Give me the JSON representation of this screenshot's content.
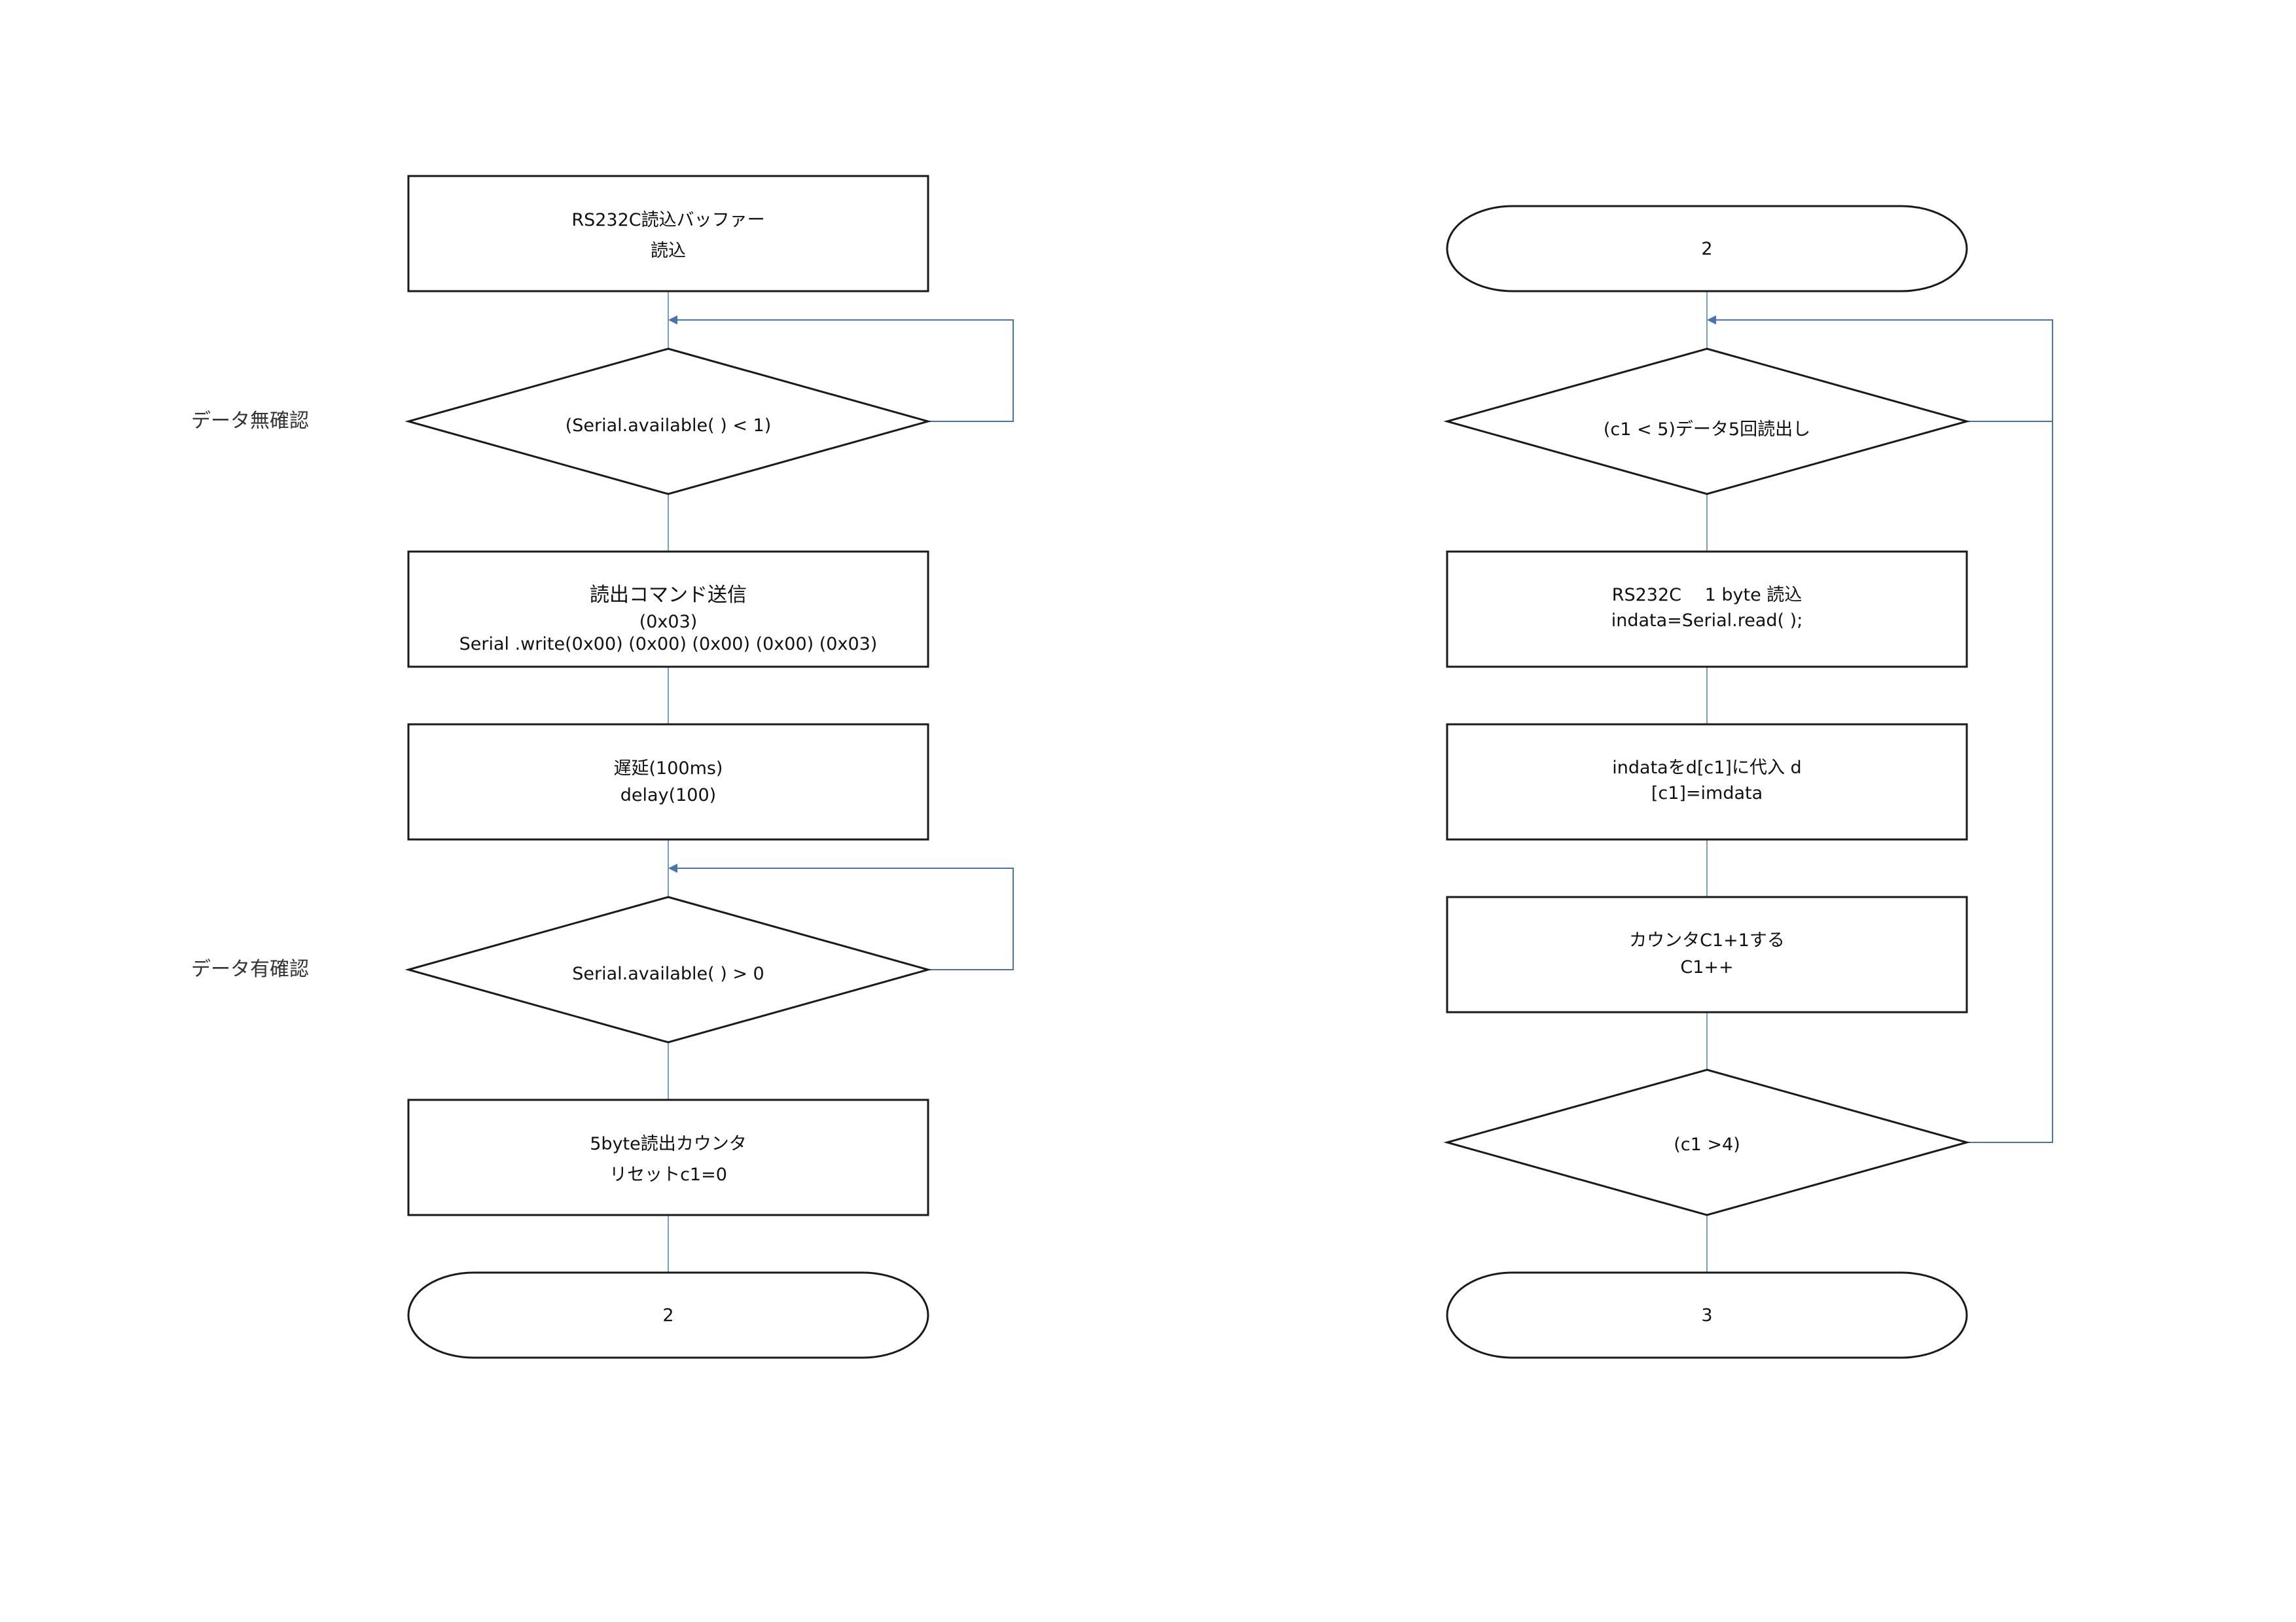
{
  "left_flow": {
    "read_buffer": [
      "RS232C読込バッファー",
      "読込"
    ],
    "no_data_check_label": "データ無確認",
    "no_data_condition": "(Serial.available( ) < 1)",
    "send_command": [
      "読出コマンド送信",
      "(0x03)",
      "Serial .write(0x00) (0x00) (0x00) (0x00)  (0x03)"
    ],
    "delay": [
      "遅延(100ms)",
      "delay(100)"
    ],
    "data_check_label": "データ有確認",
    "data_condition": "Serial.available( ) > 0",
    "reset_counter": [
      "5byte読出カウンタ",
      "リセットc1=0"
    ],
    "connector_out": "2"
  },
  "right_flow": {
    "connector_in": "2",
    "loop_condition": "(c1 < 5)データ5回読出し",
    "read_byte": [
      "RS232C　 1 byte 読込",
      "indata=Serial.read( );"
    ],
    "assign": [
      "indataをd[c1]に代入 d",
      "[c1]=imdata"
    ],
    "increment": [
      "カウンタC1+1する",
      "C1++"
    ],
    "exit_condition": "(c1 >4)",
    "connector_out": "3"
  }
}
